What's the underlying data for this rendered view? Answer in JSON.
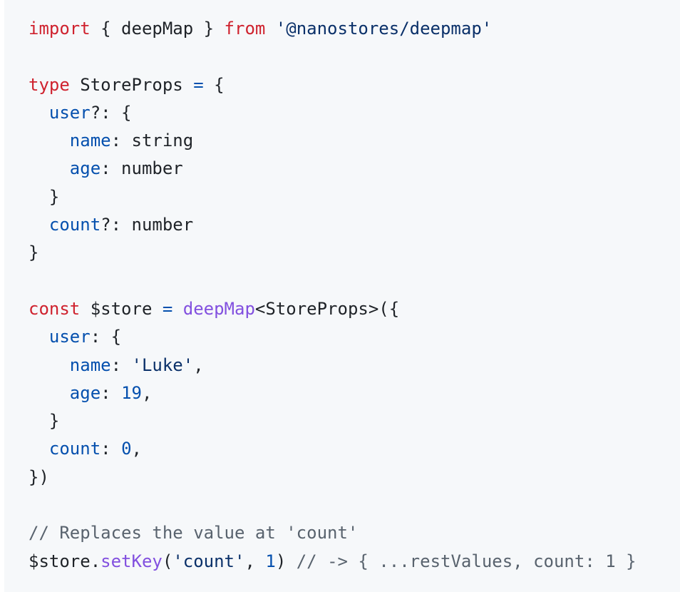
{
  "code": {
    "tokens": [
      [
        "import",
        " { deepMap } ",
        "from",
        " ",
        "'@nanostores/deepmap'"
      ],
      [],
      [
        "type",
        " StoreProps ",
        "=",
        " {"
      ],
      [
        "  ",
        "user",
        "?: {"
      ],
      [
        "    ",
        "name",
        ": string"
      ],
      [
        "    ",
        "age",
        ": number"
      ],
      [
        "  }"
      ],
      [
        "  ",
        "count",
        "?: number"
      ],
      [
        "}"
      ],
      [],
      [
        "const",
        " $store ",
        "=",
        " ",
        "deepMap",
        "<StoreProps>({"
      ],
      [
        "  ",
        "user",
        ": {"
      ],
      [
        "    ",
        "name",
        ": ",
        "'Luke'",
        ","
      ],
      [
        "    ",
        "age",
        ": ",
        "19",
        ","
      ],
      [
        "  }"
      ],
      [
        "  ",
        "count",
        ": ",
        "0",
        ","
      ],
      [
        "})"
      ],
      [],
      [
        "// Replaces the value at 'count'"
      ],
      [
        "$store.",
        "setKey",
        "(",
        "'count'",
        ", ",
        "1",
        ") ",
        "// -> { ...restValues, count: 1 }"
      ]
    ]
  },
  "colors": {
    "background": "#f6f8fa",
    "keyword": "#cf222e",
    "string": "#0a3069",
    "property": "#0550ae",
    "function": "#8250df",
    "comment": "#59636e",
    "plain": "#1f2328"
  }
}
